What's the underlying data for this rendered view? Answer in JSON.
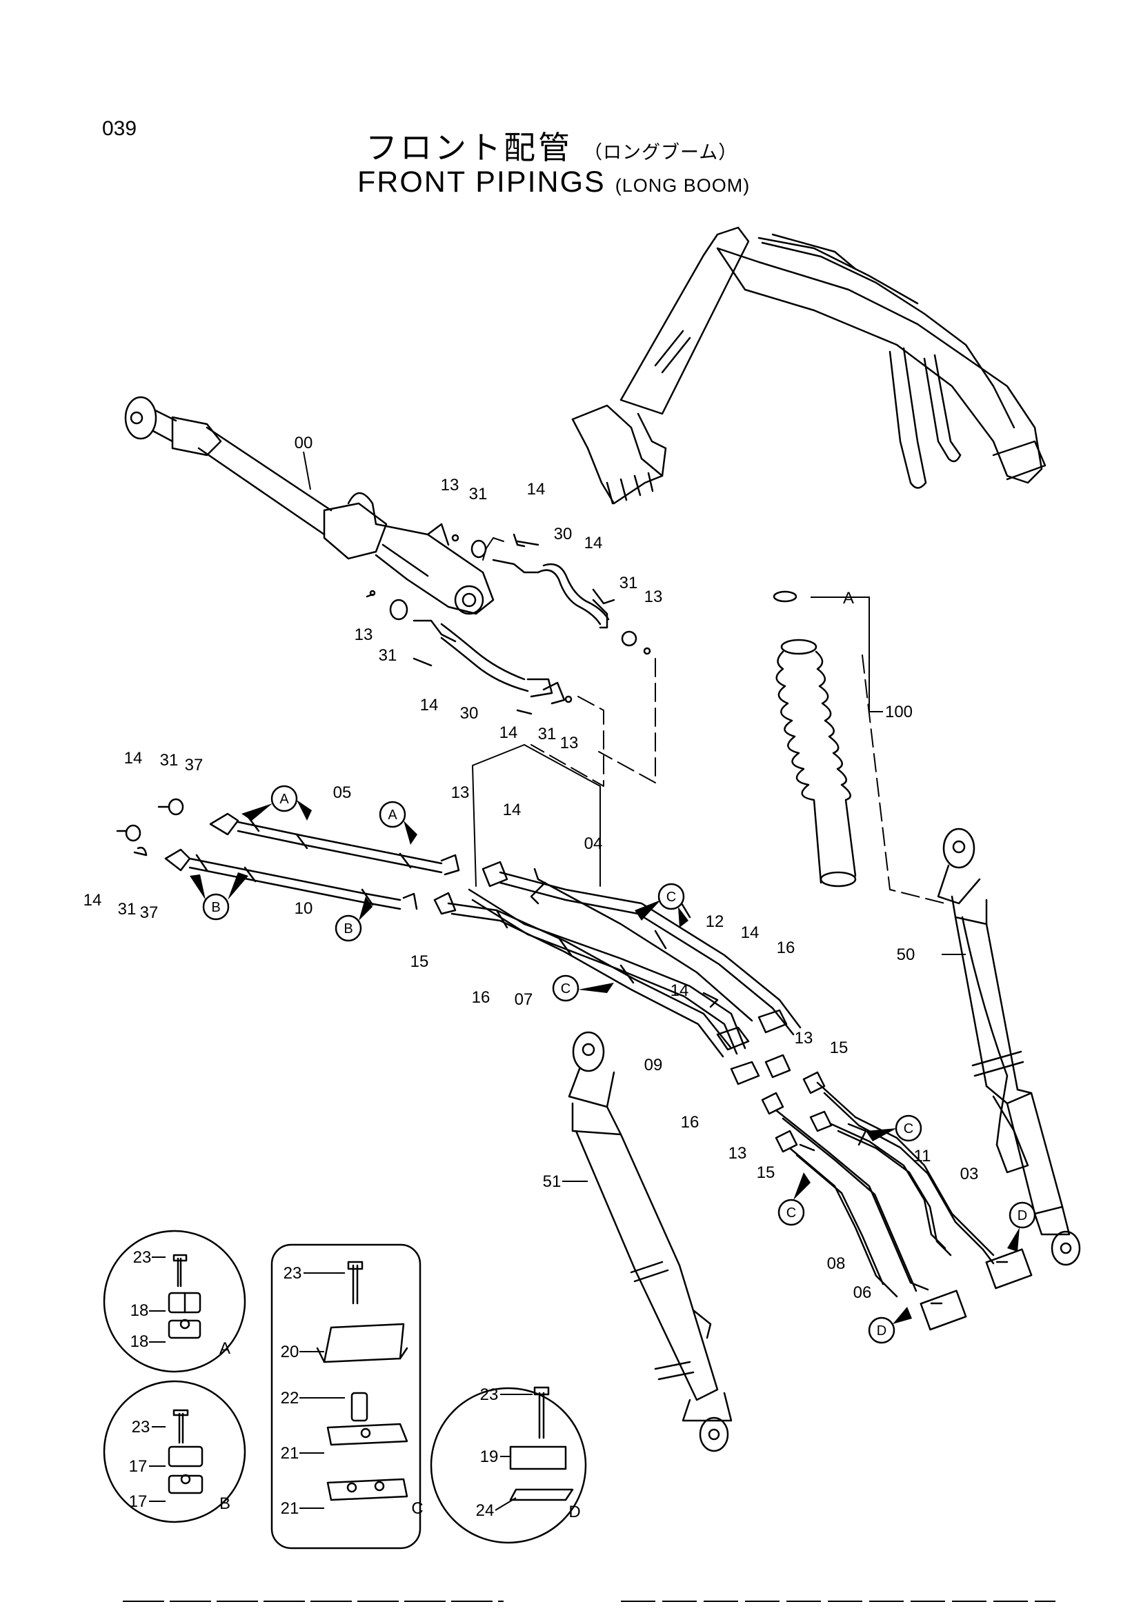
{
  "header": {
    "page_number": "039",
    "title_jp": "フロント配管",
    "title_jp_sub": "（ロングブーム）",
    "title_en": "FRONT PIPINGS",
    "title_en_sub": "(LONG BOOM)"
  },
  "parts": {
    "p00": "00",
    "p03": "03",
    "p04": "04",
    "p05": "05",
    "p06": "06",
    "p07": "07",
    "p08": "08",
    "p09": "09",
    "p10": "10",
    "p11": "11",
    "p12": "12",
    "p13": "13",
    "p14": "14",
    "p15": "15",
    "p16": "16",
    "p17": "17",
    "p18": "18",
    "p19": "19",
    "p20": "20",
    "p21": "21",
    "p22": "22",
    "p23": "23",
    "p24": "24",
    "p30": "30",
    "p31": "31",
    "p37": "37",
    "p50": "50",
    "p51": "51",
    "p100": "100"
  },
  "detail_refs": {
    "A": "A",
    "B": "B",
    "C": "C",
    "D": "D"
  }
}
